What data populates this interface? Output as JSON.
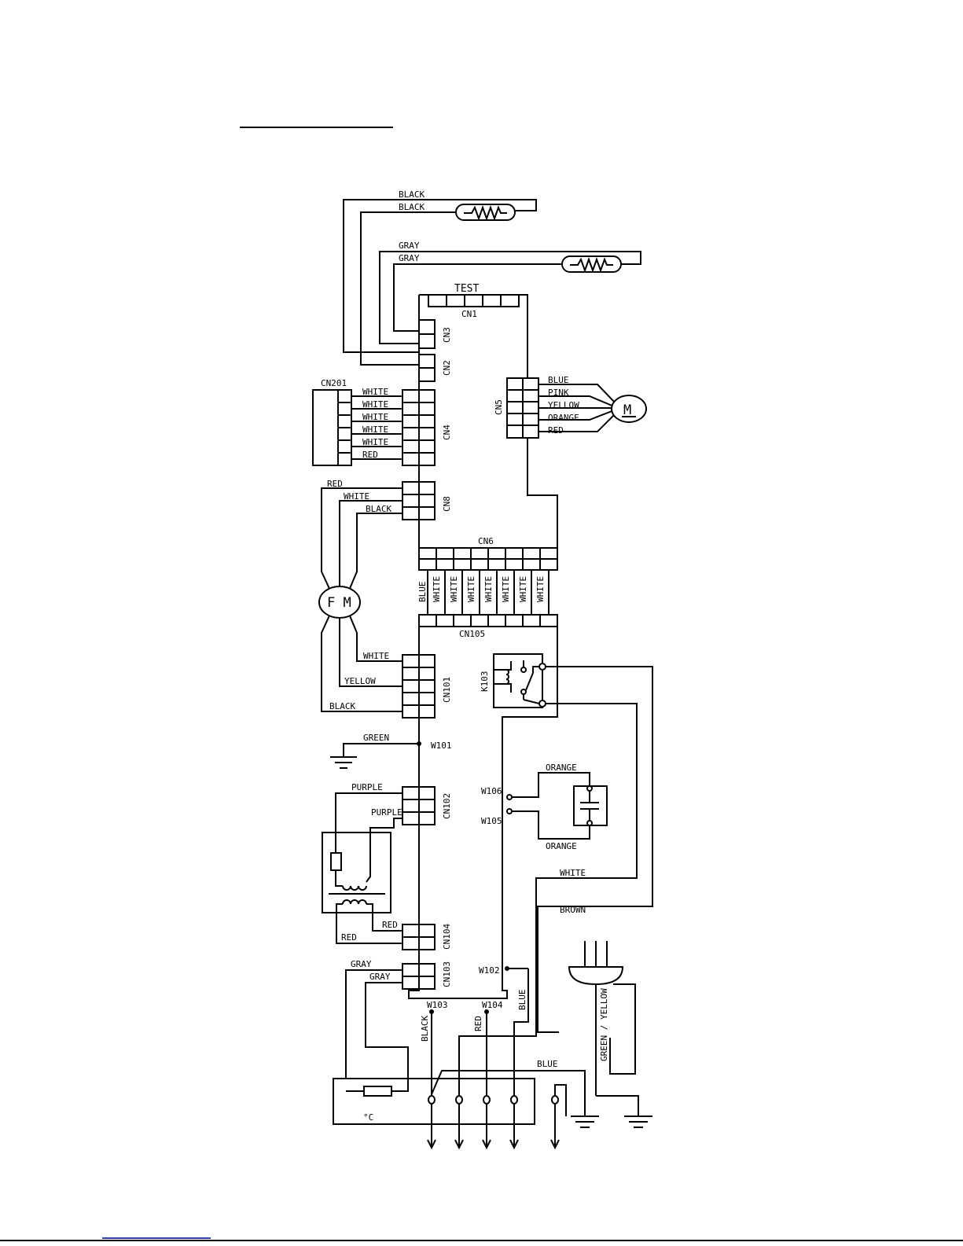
{
  "labels": {
    "test": "TEST",
    "cn1": "CN1",
    "cn2": "CN2",
    "cn3": "CN3",
    "cn4": "CN4",
    "cn5": "CN5",
    "cn6": "CN6",
    "cn8": "CN8",
    "cn101": "CN101",
    "cn102": "CN102",
    "cn103": "CN103",
    "cn104": "CN104",
    "cn105": "CN105",
    "cn201": "CN201",
    "k103": "K103",
    "w101": "W101",
    "w102": "W102",
    "w103": "W103",
    "w104": "W104",
    "w105": "W105",
    "w106": "W106",
    "motor": "M",
    "fan_motor": "F M",
    "celsius": "°C"
  },
  "wires": {
    "black1": "BLACK",
    "black2": "BLACK",
    "gray1": "GRAY",
    "gray2": "GRAY",
    "cn4": [
      "WHITE",
      "WHITE",
      "WHITE",
      "WHITE",
      "WHITE",
      "RED"
    ],
    "cn5": [
      "BLUE",
      "PINK",
      "YELLOW",
      "ORANGE",
      "RED"
    ],
    "cn8": [
      "RED",
      "WHITE",
      "BLACK"
    ],
    "cn6": [
      "BLUE",
      "WHITE",
      "WHITE",
      "WHITE",
      "WHITE",
      "WHITE",
      "WHITE",
      "WHITE"
    ],
    "cn101": [
      "WHITE",
      "YELLOW",
      "BLACK"
    ],
    "green": "GREEN",
    "purple1": "PURPLE",
    "purple2": "PURPLE",
    "orange1": "ORANGE",
    "orange2": "ORANGE",
    "white_relay": "WHITE",
    "brown": "BROWN",
    "red1": "RED",
    "red2": "RED",
    "gray3": "GRAY",
    "gray4": "GRAY",
    "black_v": "BLACK",
    "red_v": "RED",
    "blue_v": "BLUE",
    "blue_h": "BLUE",
    "green_yellow": "GREEN / YELLOW"
  }
}
